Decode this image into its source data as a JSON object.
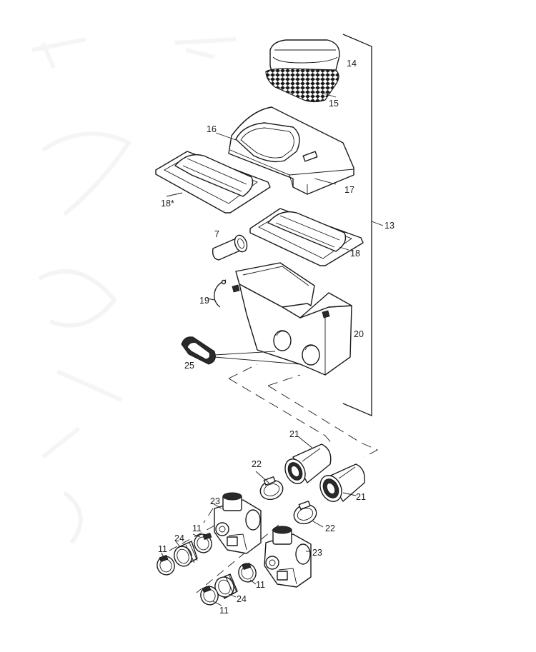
{
  "diagram": {
    "callouts": {
      "c7": "7",
      "c11a": "11",
      "c11b": "11",
      "c11c": "11",
      "c11d": "11",
      "c13": "13",
      "c14": "14",
      "c15": "15",
      "c16": "16",
      "c17": "17",
      "c18": "18",
      "c18s": "18*",
      "c19": "19",
      "c20": "20",
      "c21a": "21",
      "c21b": "21",
      "c22a": "22",
      "c22b": "22",
      "c23a": "23",
      "c23b": "23",
      "c24a": "24",
      "c24b": "24",
      "c25": "25"
    },
    "parts": {
      "p7": "intake-snorkel-tube",
      "p11": "hose-clamp",
      "p13": "airbox-assembly",
      "p14": "air-filter-element",
      "p15": "filter-mesh-cage",
      "p16": "filter-seal",
      "p17": "airbox-lid",
      "p18": "side-cover-right",
      "p18s": "side-cover-left",
      "p19": "retaining-clip",
      "p20": "airbox-housing",
      "p21": "intake-boot",
      "p22": "boot-clamp",
      "p23": "carburetor",
      "p24": "carb-manifold-rubber",
      "p25": "rubber-grommet"
    }
  }
}
